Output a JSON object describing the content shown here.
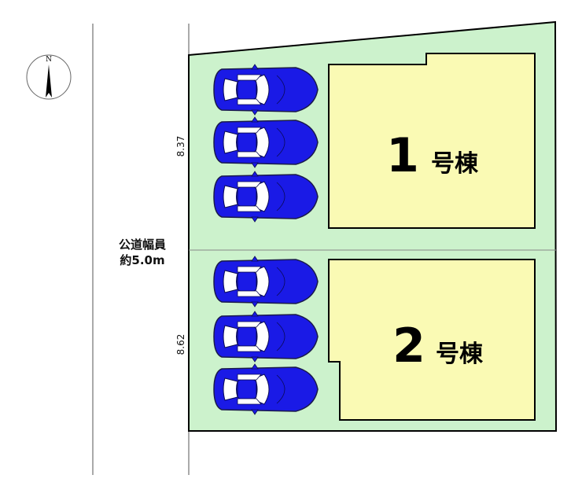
{
  "north_label": "N",
  "road": {
    "line1": "公道幅員",
    "line2": "約5.0m"
  },
  "dimensions": {
    "upper": "8.37",
    "lower": "8.62"
  },
  "buildings": [
    {
      "number": "1",
      "suffix": "号棟"
    },
    {
      "number": "2",
      "suffix": "号棟"
    }
  ],
  "colors": {
    "lot_fill": "#ccf2cc",
    "building_fill": "#fafab4",
    "car_body": "#1a1ae6",
    "outline": "#000000"
  },
  "parking_spaces": 6
}
